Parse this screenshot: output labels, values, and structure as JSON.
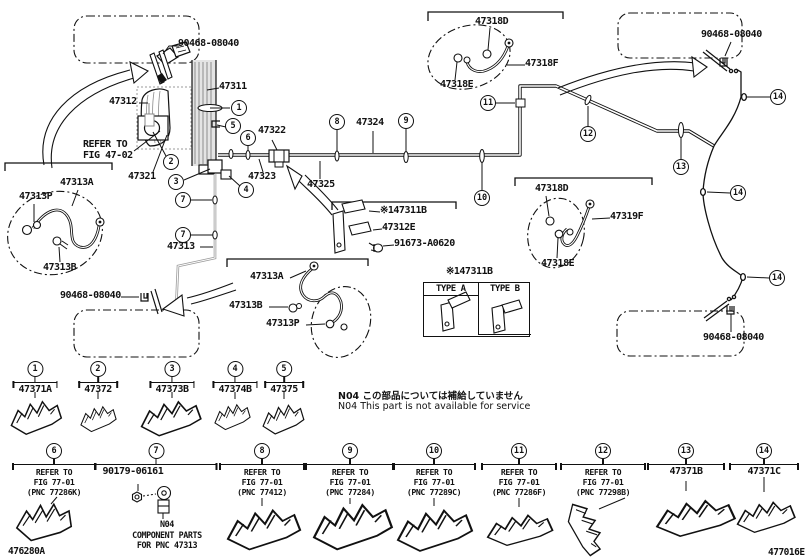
{
  "figure": {
    "bottom_left_code": "476280A",
    "bottom_right_code": "477016E"
  },
  "notes": {
    "jp": "N04 この部品については補給していません",
    "en": "N04 This part is not available for service"
  },
  "parts": {
    "p90468": "90468-08040",
    "p47311": "47311",
    "p47312": "47312",
    "p47321": "47321",
    "p47322": "47322",
    "p47323": "47323",
    "p47324": "47324",
    "p47325": "47325",
    "p47313": "47313",
    "p47313A": "47313A",
    "p47313B": "47313B",
    "p47313P": "47313P",
    "p47318D": "47318D",
    "p47318E": "47318E",
    "p47318F": "47318F",
    "p47319F": "47319F",
    "p47311B": "※147311B",
    "p47312E": "47312E",
    "p91673": "91673-A0620",
    "refer4702": "REFER TO\nFIG 47-02"
  },
  "type_box": {
    "title": "※147311B",
    "col_a": "TYPE A",
    "col_b": "TYPE B"
  },
  "callouts": {
    "1": "1",
    "2": "2",
    "3": "3",
    "4": "4",
    "5": "5",
    "6": "6",
    "7": "7",
    "8": "8",
    "9": "9",
    "10": "10",
    "11": "11",
    "12": "12",
    "13": "13",
    "14": "14"
  },
  "legend_row1": [
    {
      "num": "1",
      "label": "47371A"
    },
    {
      "num": "2",
      "label": "47372"
    },
    {
      "num": "3",
      "label": "47373B"
    },
    {
      "num": "4",
      "label": "47374B"
    },
    {
      "num": "5",
      "label": "47375"
    }
  ],
  "legend_row2": [
    {
      "num": "6",
      "label": "REFER TO\nFIG 77-01\n(PNC 77286K)"
    },
    {
      "num": "7",
      "label": "90179-06161",
      "note": "N04\nCOMPONENT PARTS\nFOR PNC 47313"
    },
    {
      "num": "8",
      "label": "REFER TO\nFIG 77-01\n(PNC 77412)"
    },
    {
      "num": "9",
      "label": "REFER TO\nFIG 77-01\n(PNC 77284)"
    },
    {
      "num": "10",
      "label": "REFER TO\nFIG 77-01\n(PNC 77289C)"
    },
    {
      "num": "11",
      "label": "REFER TO\nFIG 77-01\n(PNC 77286F)"
    },
    {
      "num": "12",
      "label": "REFER TO\nFIG 77-01\n(PNC 77298B)"
    },
    {
      "num": "13",
      "label": "47371B"
    },
    {
      "num": "14",
      "label": "47371C"
    }
  ]
}
